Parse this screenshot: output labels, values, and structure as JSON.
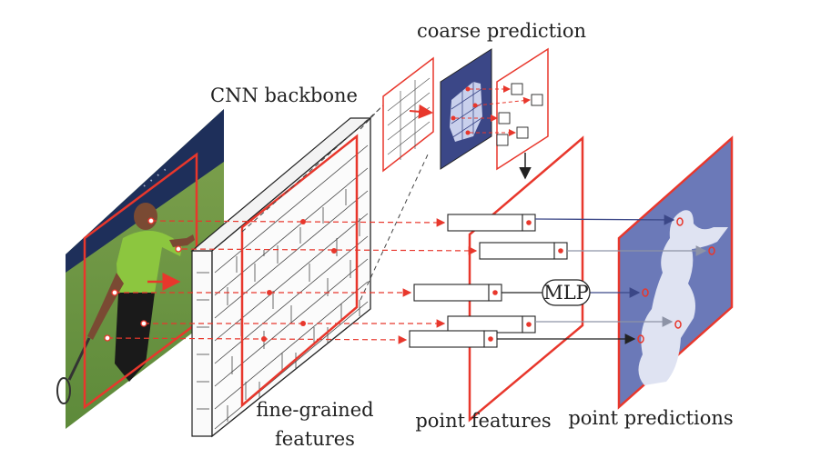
{
  "labels": {
    "coarse_prediction": "coarse prediction",
    "cnn_backbone": "CNN backbone",
    "fine_grained_line1": "fine-grained",
    "fine_grained_line2": "features",
    "point_features": "point features",
    "point_predictions": "point predictions",
    "mlp": "MLP"
  },
  "colors": {
    "highlight_red": "#e8372c",
    "mask_blue": "#6b79b8",
    "mask_light": "#dfe3f2",
    "coarse_dark": "#3b4787"
  }
}
